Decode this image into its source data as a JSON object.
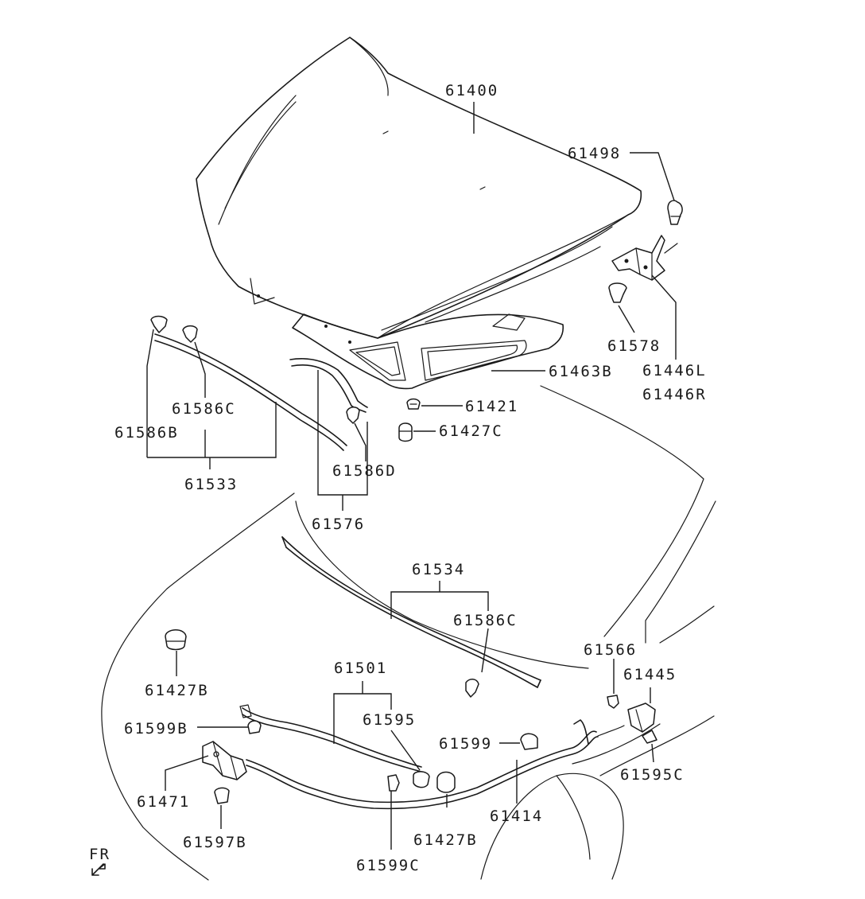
{
  "labels": {
    "p61400": "61400",
    "p61498": "61498",
    "p61578": "61578",
    "p61446L": "61446L",
    "p61446R": "61446R",
    "p61463B": "61463B",
    "p61421": "61421",
    "p61427C": "61427C",
    "p61586C_top": "61586C",
    "p61586B": "61586B",
    "p61533": "61533",
    "p61586D": "61586D",
    "p61576": "61576",
    "p61534": "61534",
    "p61586C_mid": "61586C",
    "p61566": "61566",
    "p61445": "61445",
    "p61427B_left": "61427B",
    "p61501": "61501",
    "p61595": "61595",
    "p61599B": "61599B",
    "p61599": "61599",
    "p61595C": "61595C",
    "p61471": "61471",
    "p61597B": "61597B",
    "p61414": "61414",
    "p61427B_bottom": "61427B",
    "p61599C": "61599C",
    "fr": "FR"
  }
}
